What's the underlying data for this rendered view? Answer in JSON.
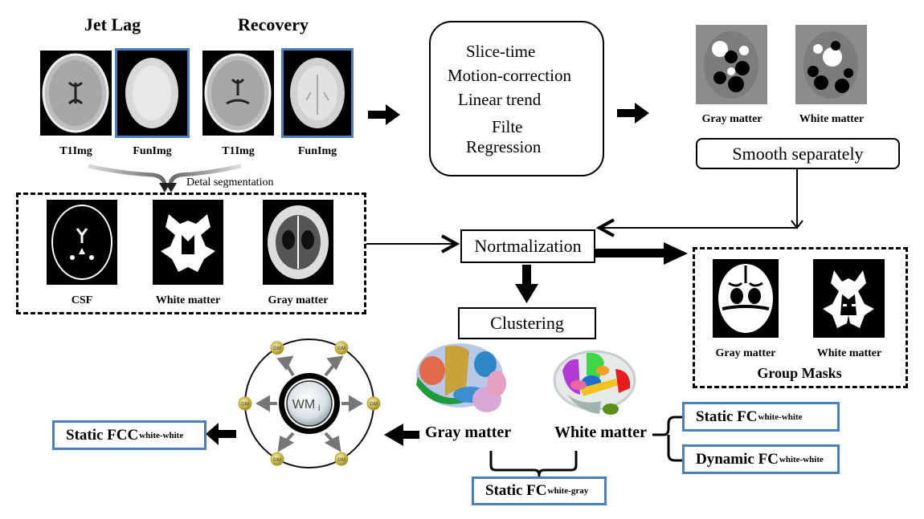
{
  "acquisition": {
    "jet_lag_title": "Jet Lag",
    "recovery_title": "Recovery",
    "images": [
      {
        "label": "T1Img",
        "type": "t1-structural"
      },
      {
        "label": "FunImg",
        "type": "functional"
      },
      {
        "label": "T1Img",
        "type": "t1-structural"
      },
      {
        "label": "FunImg",
        "type": "functional"
      }
    ]
  },
  "preprocessing": {
    "steps": [
      "Slice-time",
      "Motion-correction",
      "Linear trend",
      "Filte",
      "Regression"
    ]
  },
  "smoothing": {
    "images": [
      {
        "label": "Gray matter"
      },
      {
        "label": "White matter"
      }
    ],
    "box_label": "Smooth separately"
  },
  "segmentation": {
    "label": "Detal segmentation",
    "images": [
      {
        "label": "CSF"
      },
      {
        "label": "White matter"
      },
      {
        "label": "Gray matter"
      }
    ]
  },
  "normalization": {
    "label": "Nortmalization"
  },
  "group_masks": {
    "title": "Group Masks",
    "images": [
      {
        "label": "Gray matter"
      },
      {
        "label": "White matter"
      }
    ]
  },
  "clustering": {
    "label": "Clustering",
    "gray_label": "Gray matter",
    "white_label": "White matter"
  },
  "hub_diagram": {
    "center_label": "WM",
    "center_sub": "i",
    "node_label": "GM",
    "node_count": 6
  },
  "outputs": {
    "fcc_white_white": {
      "main": "Static FCC",
      "sub": "white-white"
    },
    "static_fc_white_white": {
      "main": "Static FC",
      "sub": "white-white"
    },
    "dynamic_fc_white_white": {
      "main": "Dynamic FC ",
      "sub": "white-white"
    },
    "static_fc_white_gray": {
      "main": "Static FC",
      "sub": "white-gray"
    }
  },
  "colors": {
    "box_border_blue": "#4a7fc1",
    "node_gold": "#b9a83a"
  }
}
